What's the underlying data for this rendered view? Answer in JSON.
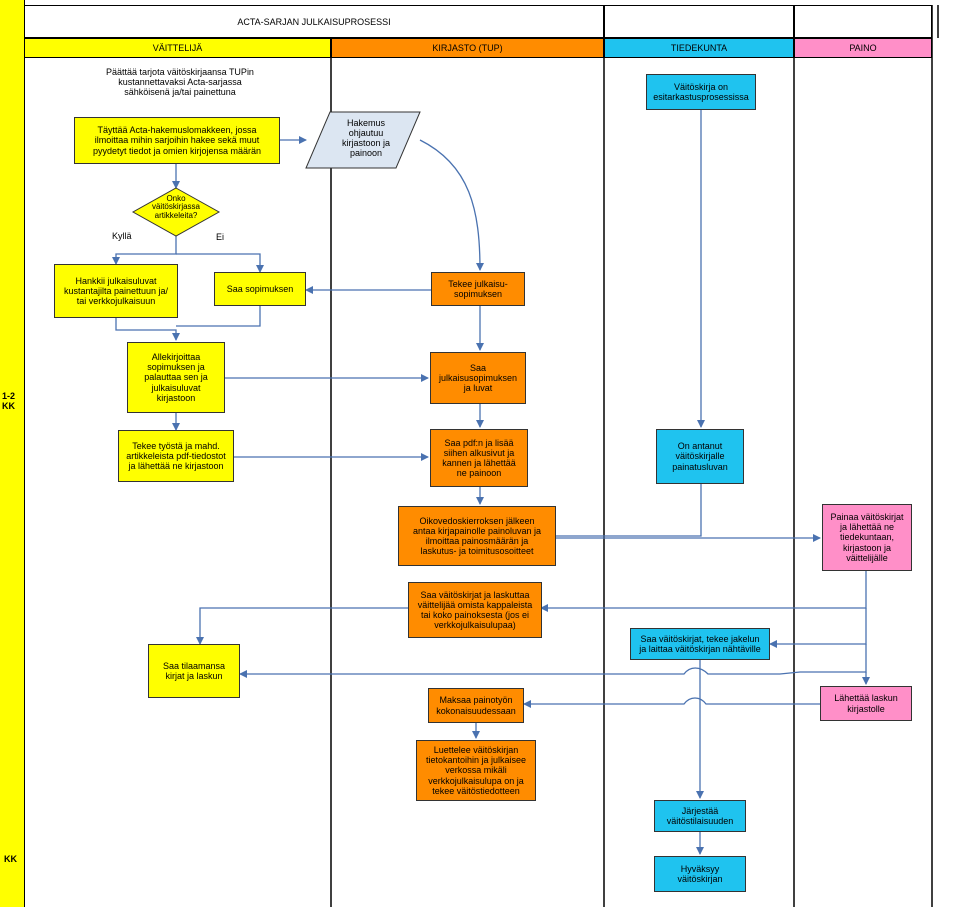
{
  "title": "ACTA-SARJAN JULKAISUPROSESSI",
  "lanes": {
    "vaittelija": "VÄITTELIJÄ",
    "kirjasto": "KIRJASTO (TUP)",
    "tiedekunta": "TIEDEKUNTA",
    "paino": "PAINO"
  },
  "side_labels": {
    "top": "1-2\nKK",
    "bottom": "KK"
  },
  "nodes": {
    "v_intro": "Päättää tarjota väitöskirjaansa TUPin\nkustannettavaksi Acta-sarjassa\nsähköisenä ja/tai painettuna",
    "v_fill": "Täyttää Acta-hakemuslomakkeen, jossa\nilmoittaa mihin sarjoihin hakee sekä muut\npyydetyt tiedot ja omien kirjojensa määrän",
    "k_hakemus": "Hakemus\nohjautuu\nkirjastoon ja\npainoon",
    "v_decision": "Onko\nväitöskirjassa\nartikkeleita?",
    "v_kylla": "Kyllä",
    "v_ei": "Ei",
    "v_hankkii": "Hankkii julkaisuluvat\nkustantajilta painettuun ja/\ntai verkkojulkaisuun",
    "v_saa_sop": "Saa sopimuksen",
    "k_tekee_sop": "Tekee julkaisu-\nsopimuksen",
    "v_allekirj": "Allekirjoittaa\nsopimuksen ja\npalauttaa sen ja\njulkaisuluvat\nkirjastoon",
    "k_saa_sop": "Saa\njulkaisusopimuksen\nja luvat",
    "v_tekee_tyota": "Tekee työstä ja mahd.\nartikkeleista pdf-tiedostot\nja lähettää ne kirjastoon",
    "k_saa_pdf": "Saa pdf:n ja lisää\nsiihen alkusivut ja\nkannen ja lähettää\nne painoon",
    "t_esitark": "Väitöskirja on\nesitarkastusprosessissa",
    "t_antanut": "On antanut\nväitöskirjalle\npainatusluvan",
    "k_oikoluku": "Oikovedoskierroksen jälkeen\nantaa kirjapainolle painoluvan ja\nilmoittaa painosmäärän ja\nlaskutus- ja toimitusosoitteet",
    "p_painaa": "Painaa väitöskirjat\nja lähettää ne\ntiedekuntaan,\nkirjastoon ja\nväittelijälle",
    "k_saa_vk": "Saa väitöskirjat ja laskuttaa\nväittelijää omista kappaleista\ntai koko painoksesta (jos ei\nverkkojulkaisulupaa)",
    "t_saa_vk": "Saa väitöskirjat, tekee jakelun\nja laittaa väitöskirjan nähtäville",
    "v_saa_kirjat": "Saa tilaamansa\nkirjat ja laskun",
    "p_lahettaa": "Lähettää laskun\nkirjastolle",
    "k_maksaa": "Maksaa painotyön\nkokonaisuudessaan",
    "k_luettelo": "Luettelee väitöskirjan\ntietokantoihin ja julkaisee\nverkossa mikäli\nverkkojulkaisulupa on ja\ntekee väitöstiedotteen",
    "t_jarjestaa": "Järjestää\nväitöstilaisuuden",
    "t_hyvaksyy": "Hyväksyy\nväitöskirjan"
  },
  "colors": {
    "vaittelija": "#ffff00",
    "kirjasto": "#ff8c00",
    "tiedekunta": "#1fc3ef",
    "paino": "#ff8fc8",
    "arrow": "#4a72b0"
  }
}
